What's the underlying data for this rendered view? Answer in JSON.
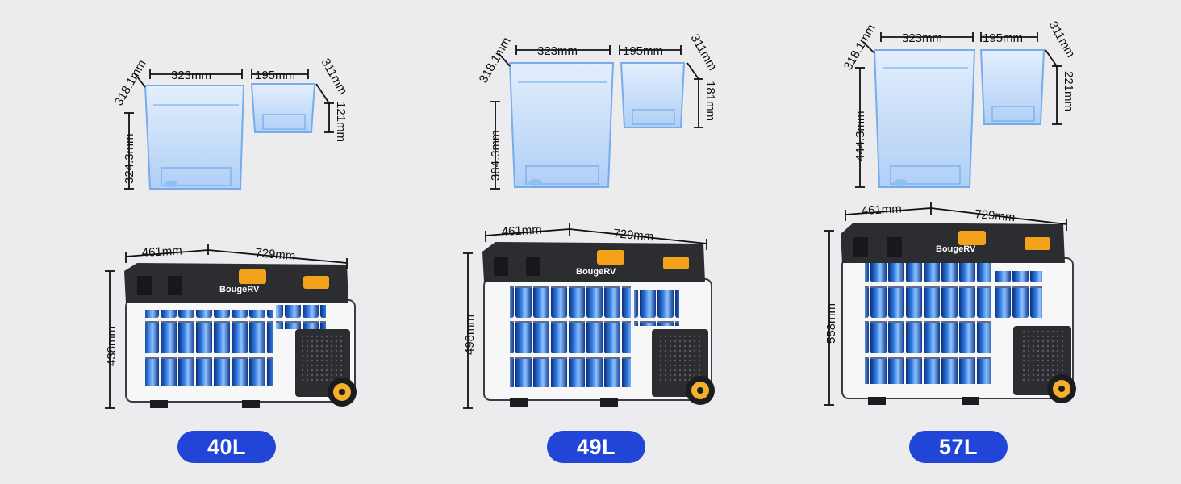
{
  "variants": [
    {
      "capacity": "40L",
      "basket_large": {
        "width": "323mm",
        "depth": "318.1mm",
        "height": "324.3mm"
      },
      "basket_small": {
        "width": "195mm",
        "depth": "311mm",
        "height": "121mm"
      },
      "fridge": {
        "depth": "461mm",
        "length": "729mm",
        "height": "438mm"
      },
      "brand": "BougeRV"
    },
    {
      "capacity": "49L",
      "basket_large": {
        "width": "323mm",
        "depth": "318.1mm",
        "height": "384.3mm"
      },
      "basket_small": {
        "width": "195mm",
        "depth": "311mm",
        "height": "181mm"
      },
      "fridge": {
        "depth": "461mm",
        "length": "729mm",
        "height": "498mm"
      },
      "brand": "BougeRV"
    },
    {
      "capacity": "57L",
      "basket_large": {
        "width": "323mm",
        "depth": "318.1mm",
        "height": "444.3mm"
      },
      "basket_small": {
        "width": "195mm",
        "depth": "311mm",
        "height": "221mm"
      },
      "fridge": {
        "depth": "461mm",
        "length": "729mm",
        "height": "558mm"
      },
      "brand": "BougeRV"
    }
  ],
  "colors": {
    "background": "#ececee",
    "pill": "#2145d6",
    "basket": "#9fc6f3",
    "fridge_body": "#2b2d31",
    "latch": "#f4a21a",
    "cans": "#1f5fc4"
  }
}
